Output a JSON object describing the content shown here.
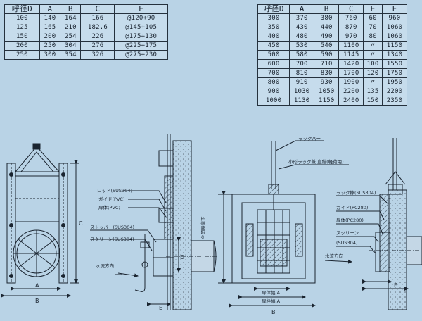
{
  "table_small": {
    "headers": [
      "呼径D",
      "A",
      "B",
      "C",
      "E"
    ],
    "rows": [
      [
        "100",
        "140",
        "164",
        "166",
        "@120+90"
      ],
      [
        "125",
        "165",
        "210",
        "182.6",
        "@145+105"
      ],
      [
        "150",
        "200",
        "254",
        "226",
        "@175+130"
      ],
      [
        "200",
        "250",
        "304",
        "276",
        "@225+175"
      ],
      [
        "250",
        "300",
        "354",
        "326",
        "@275+230"
      ]
    ]
  },
  "table_large": {
    "headers": [
      "呼径D",
      "A",
      "B",
      "C",
      "E",
      "F"
    ],
    "rows": [
      [
        "300",
        "370",
        "380",
        "760",
        "60",
        "960"
      ],
      [
        "350",
        "430",
        "440",
        "870",
        "70",
        "1060"
      ],
      [
        "400",
        "480",
        "490",
        "970",
        "80",
        "1060"
      ],
      [
        "450",
        "530",
        "540",
        "1100",
        "〃",
        "1150"
      ],
      [
        "500",
        "580",
        "590",
        "1145",
        "〃",
        "1340"
      ],
      [
        "600",
        "700",
        "710",
        "1420",
        "100",
        "1550"
      ],
      [
        "700",
        "810",
        "830",
        "1700",
        "120",
        "1750"
      ],
      [
        "800",
        "910",
        "930",
        "1900",
        "〃",
        "1950"
      ],
      [
        "900",
        "1030",
        "1050",
        "2200",
        "135",
        "2200"
      ],
      [
        "1000",
        "1130",
        "1150",
        "2400",
        "150",
        "2350"
      ]
    ]
  },
  "labels": {
    "rod": "ロッド(SUS304)",
    "guide_small": "ガイド(PVC)",
    "gate_small": "扉体(PVC)",
    "stopper": "ストッパー(SUS304)",
    "screen_small": "スクリーン(SUS304)",
    "flow_left": "水流方向",
    "rack_bar": "ラックバー",
    "small_rack": "小形ラック兼 直結(軽荷用)",
    "rack_rod": "ラック棒(SUS304)",
    "guide_large": "ガイド(PC280)",
    "gate_large": "扉体(PC280)",
    "screen_large": "スクリーン",
    "screen_large_mat": "(SUS304)",
    "flow_right": "水流方向",
    "dim_a": "A",
    "dim_b": "B",
    "dim_c": "C",
    "dim_d": "D",
    "dim_e": "E",
    "dim_f": "F",
    "vertical_note": "全開時扉下",
    "bottom_1": "扉体幅 A",
    "bottom_2": "扉枠幅 A",
    "bottom_3": "B"
  }
}
